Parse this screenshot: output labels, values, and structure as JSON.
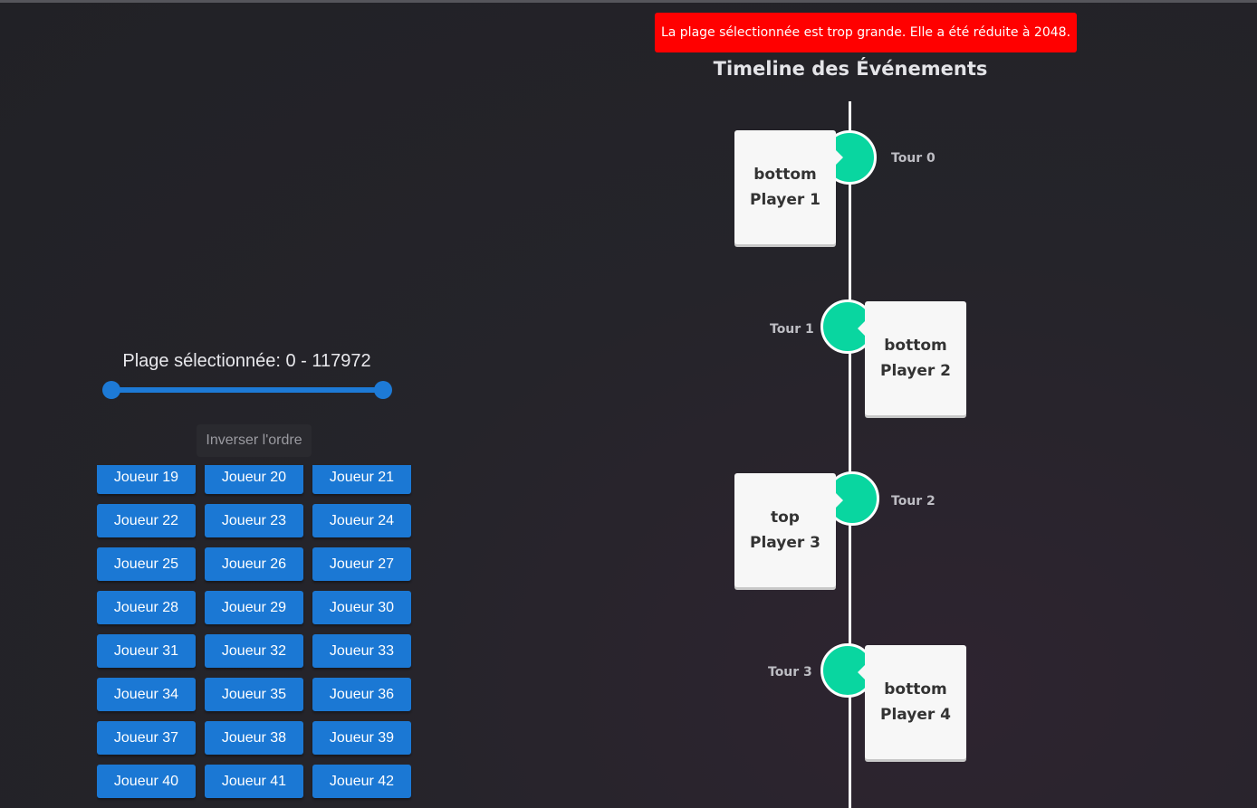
{
  "alert": {
    "text": "La plage sélectionnée est trop grande. Elle a été réduite à 2048."
  },
  "timeline": {
    "title": "Timeline des Événements",
    "events": [
      {
        "tour": "Tour 0",
        "position": "bottom",
        "player": "Player 1"
      },
      {
        "tour": "Tour 1",
        "position": "bottom",
        "player": "Player 2"
      },
      {
        "tour": "Tour 2",
        "position": "top",
        "player": "Player 3"
      },
      {
        "tour": "Tour 3",
        "position": "bottom",
        "player": "Player 4"
      }
    ]
  },
  "range": {
    "label": "Plage sélectionnée: 0 - 117972"
  },
  "invert_button": {
    "label": "Inverser l'ordre"
  },
  "players": [
    "Joueur 19",
    "Joueur 20",
    "Joueur 21",
    "Joueur 22",
    "Joueur 23",
    "Joueur 24",
    "Joueur 25",
    "Joueur 26",
    "Joueur 27",
    "Joueur 28",
    "Joueur 29",
    "Joueur 30",
    "Joueur 31",
    "Joueur 32",
    "Joueur 33",
    "Joueur 34",
    "Joueur 35",
    "Joueur 36",
    "Joueur 37",
    "Joueur 38",
    "Joueur 39",
    "Joueur 40",
    "Joueur 41",
    "Joueur 42"
  ],
  "colors": {
    "alert": "#ff0000",
    "accent": "#1b78d4",
    "node": "#09d6a0",
    "card": "#f7f7f7"
  }
}
